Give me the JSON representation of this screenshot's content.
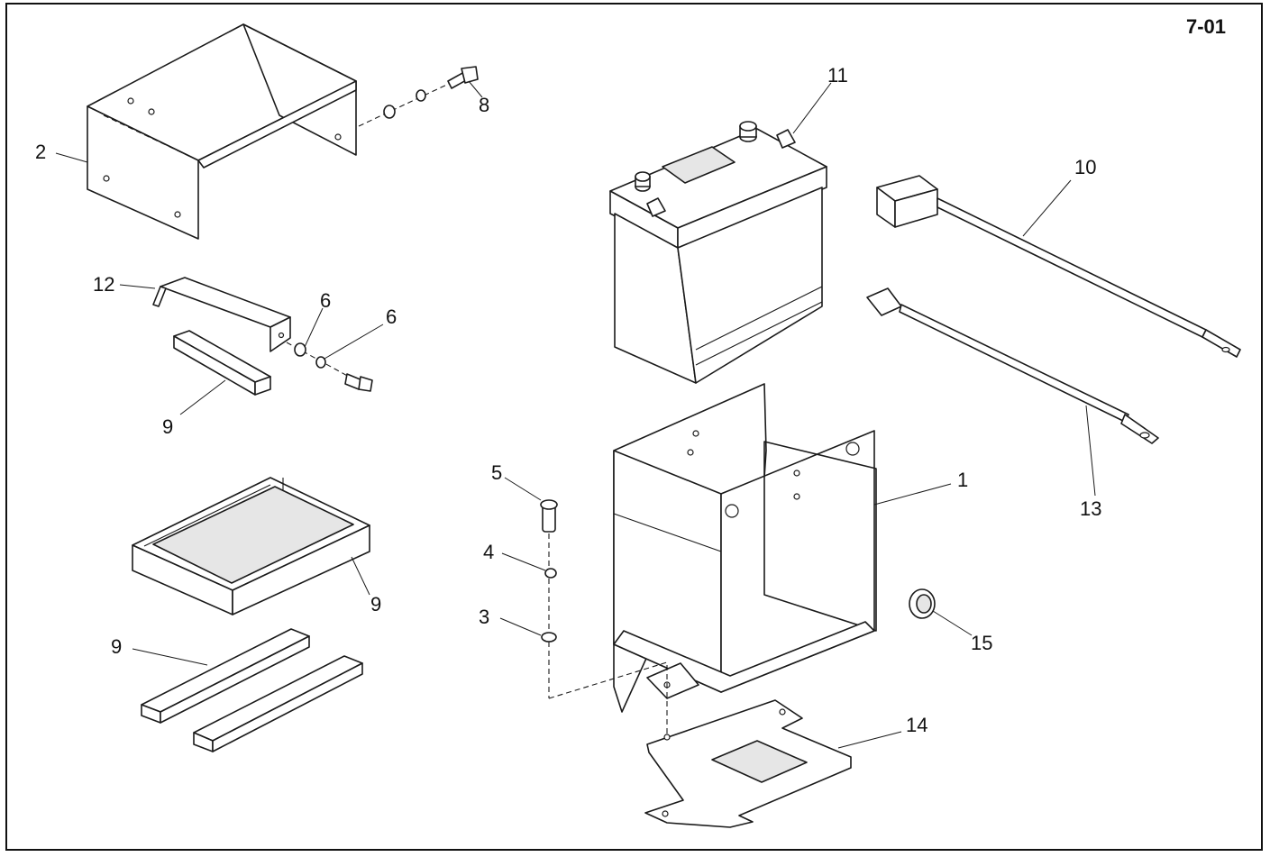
{
  "sheet_number": "7-01",
  "callouts": {
    "c1": "1",
    "c2": "2",
    "c3": "3",
    "c4": "4",
    "c5": "5",
    "c6a": "6",
    "c6b": "6",
    "c8": "8",
    "c9a": "9",
    "c9b": "9",
    "c9c": "9",
    "c10": "10",
    "c11": "11",
    "c12": "12",
    "c13": "13",
    "c14": "14",
    "c15": "15"
  }
}
